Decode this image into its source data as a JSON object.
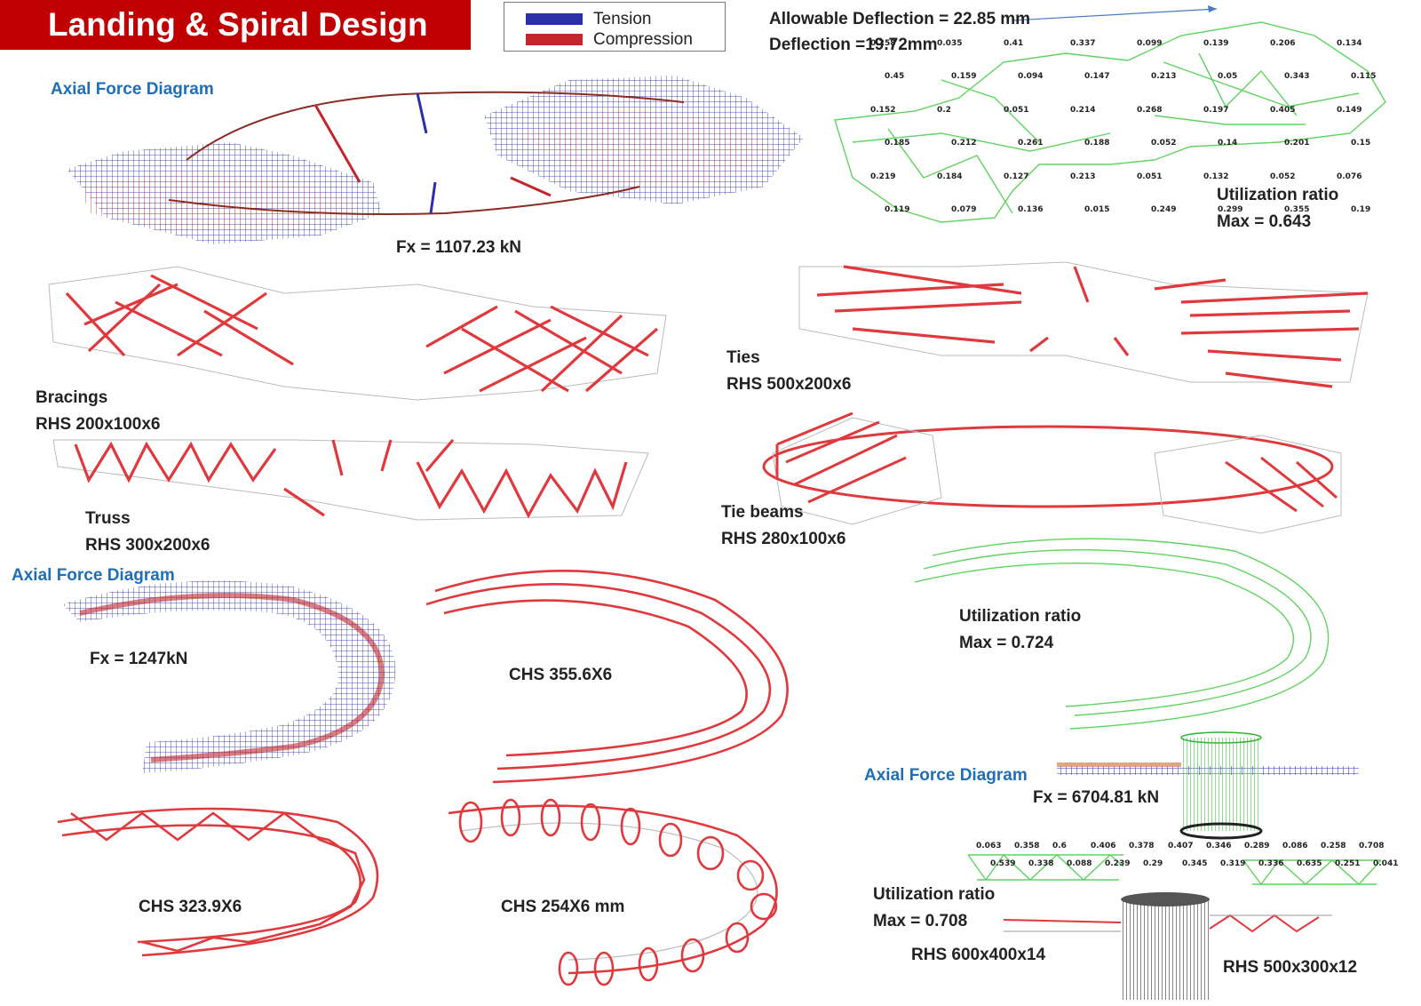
{
  "title": "Landing & Spiral Design",
  "legend": {
    "items": [
      {
        "label": "Tension",
        "color": "#2b2fa8"
      },
      {
        "label": "Compression",
        "color": "#c0262b"
      }
    ]
  },
  "deflection": {
    "allowable": "Allowable Deflection = 22.85 mm",
    "actual": "Deflection =19.72mm"
  },
  "section_headings": {
    "axial_force_1": "Axial Force Diagram",
    "axial_force_2": "Axial Force Diagram",
    "axial_force_3": "Axial Force Diagram"
  },
  "forces": {
    "landing": "Fx = 1107.23 kN",
    "spiral": "Fx = 1247kN",
    "column": "Fx = 6704.81 kN"
  },
  "utilization": {
    "landing": {
      "label": "Utilization ratio",
      "max": "Max = 0.643"
    },
    "spiral": {
      "label": "Utilization ratio",
      "max": "Max = 0.724"
    },
    "column": {
      "label": "Utilization ratio",
      "max": "Max = 0.708"
    }
  },
  "members": {
    "bracings": {
      "name": "Bracings",
      "section": "RHS 200x100x6"
    },
    "ties": {
      "name": "Ties",
      "section": "RHS 500x200x6"
    },
    "truss": {
      "name": "Truss",
      "section": "RHS 300x200x6"
    },
    "tie_beams": {
      "name": "Tie beams",
      "section": "RHS 280x100x6"
    },
    "chs_1": "CHS 355.6X6",
    "chs_2": "CHS 323.9X6",
    "chs_3": "CHS 254X6 mm",
    "rhs_1": "RHS 600x400x14",
    "rhs_2": "RHS 500x300x12"
  },
  "utilization_values_landing": [
    "0.258",
    "0.035",
    "0.41",
    "0.337",
    "0.099",
    "0.139",
    "0.206",
    "0.134",
    "0.45",
    "0.159",
    "0.094",
    "0.147",
    "0.213",
    "0.05",
    "0.343",
    "0.115",
    "0.152",
    "0.2",
    "0.051",
    "0.214",
    "0.268",
    "0.197",
    "0.405",
    "0.149",
    "0.185",
    "0.212",
    "0.261",
    "0.188",
    "0.052",
    "0.14",
    "0.201",
    "0.15",
    "0.219",
    "0.184",
    "0.127",
    "0.213",
    "0.051",
    "0.132",
    "0.052",
    "0.076",
    "0.119",
    "0.079",
    "0.136",
    "0.015",
    "0.249",
    "0.299",
    "0.355",
    "0.19"
  ],
  "utilization_values_column": [
    "0.063",
    "0.358",
    "0.6",
    "0.406",
    "0.378",
    "0.407",
    "0.346",
    "0.289",
    "0.086",
    "0.258",
    "0.708",
    "0.539",
    "0.338",
    "0.088",
    "0.239",
    "0.29",
    "0.345",
    "0.319",
    "0.336",
    "0.635",
    "0.251",
    "0.041"
  ],
  "colors": {
    "banner": "#c00000",
    "member_red": "#e0393d",
    "tension_blue": "#2b2fa8",
    "compression_red": "#c0262b",
    "utilization_green": "#5fd35f",
    "heading_blue": "#1f6fb8"
  }
}
